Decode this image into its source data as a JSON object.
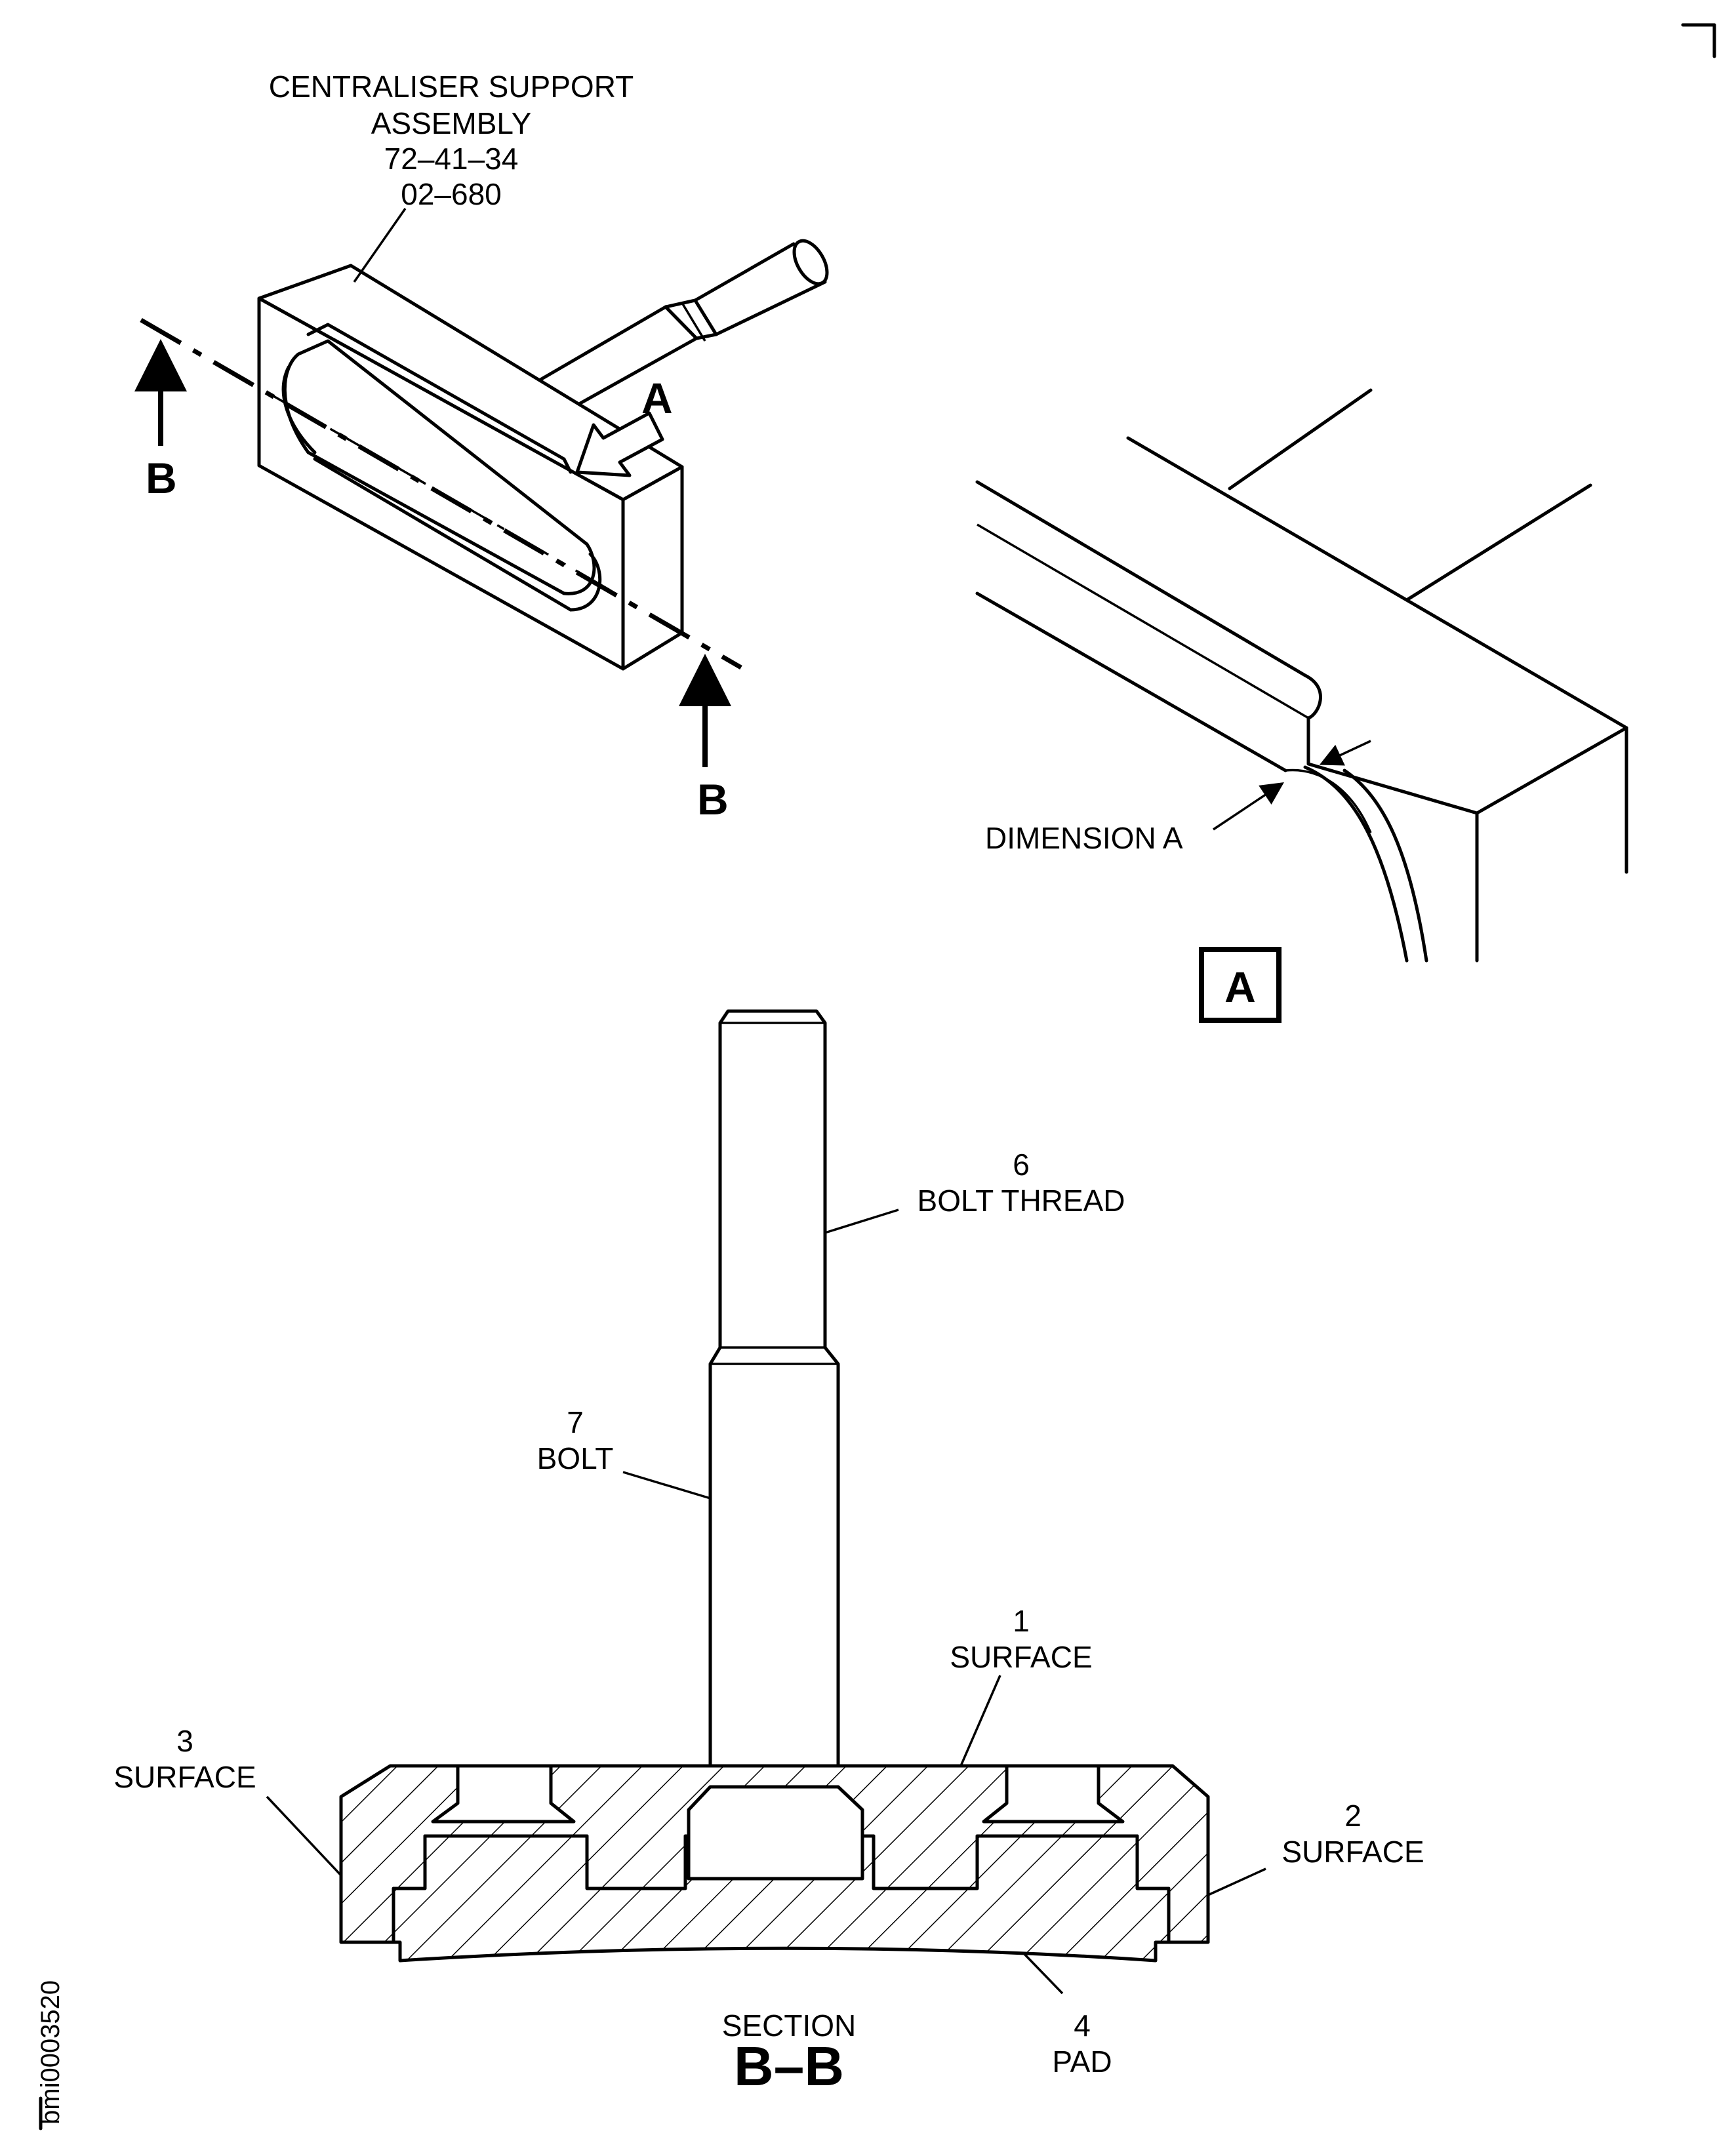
{
  "callouts": {
    "assembly": {
      "line1": "CENTRALISER SUPPORT",
      "line2": "ASSEMBLY",
      "line3": "72–41–34",
      "line4": "02–680"
    },
    "view_arrow_label": "A",
    "section_marker_left": "B",
    "section_marker_right": "B",
    "dimension_a": "DIMENSION A",
    "detail_view_label": "A",
    "bolt_thread": {
      "number": "6",
      "label": "BOLT THREAD"
    },
    "bolt": {
      "number": "7",
      "label": "BOLT"
    },
    "surface_1": {
      "number": "1",
      "label": "SURFACE"
    },
    "surface_2": {
      "number": "2",
      "label": "SURFACE"
    },
    "surface_3": {
      "number": "3",
      "label": "SURFACE"
    },
    "pad": {
      "number": "4",
      "label": "PAD"
    },
    "section_title": {
      "word": "SECTION",
      "id": "B–B"
    }
  },
  "figure_id": "bmi0003520"
}
